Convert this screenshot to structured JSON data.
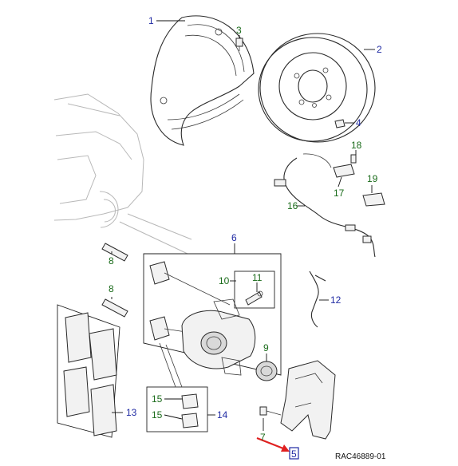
{
  "callouts": {
    "c1": "1",
    "c2": "2",
    "c3": "3",
    "c4": "4",
    "c5": "5",
    "c6": "6",
    "c7": "7",
    "c8a": "8",
    "c8b": "8",
    "c9": "9",
    "c10": "10",
    "c11": "11",
    "c12": "12",
    "c13": "13",
    "c14": "14",
    "c15a": "15",
    "c15b": "15",
    "c16": "16",
    "c17": "17",
    "c18": "18",
    "c19": "19"
  },
  "reference_code": "RAC46889-01",
  "colors": {
    "callout_blue": "#1f2aa3",
    "callout_green": "#1a6b1a",
    "arrow_red": "#e02020",
    "highlight_box": "#1f2aa3"
  }
}
